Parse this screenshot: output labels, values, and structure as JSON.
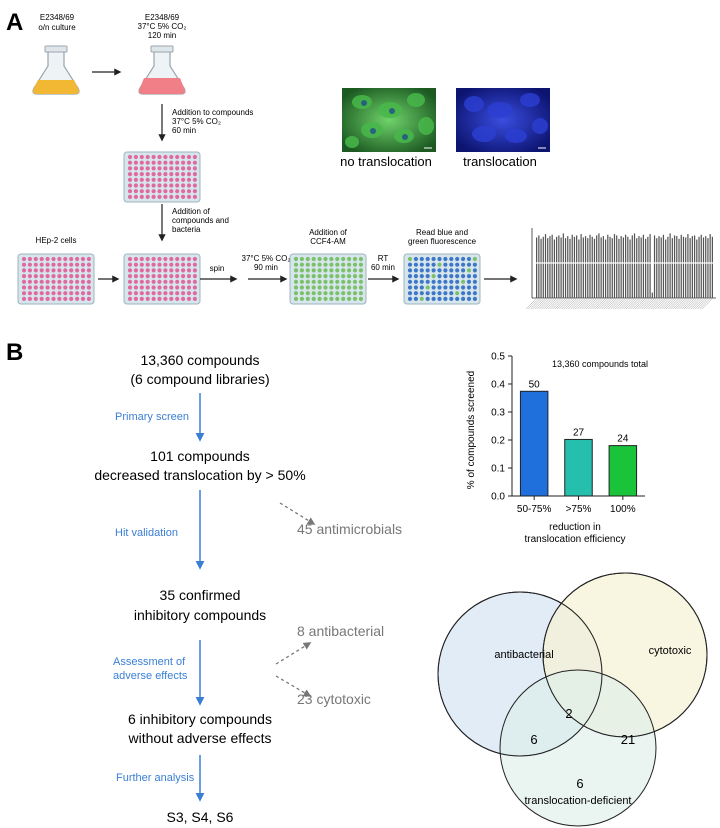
{
  "panel_a": {
    "label": "A",
    "overnight": [
      "E2348/69",
      "o/n culture"
    ],
    "incubation": [
      "E2348/69",
      "37°C 5% CO₂",
      "120 min"
    ],
    "addition_to_compounds": [
      "Addition to compounds",
      "37°C 5% CO₂",
      "60 min"
    ],
    "addition_bacteria": [
      "Addition of",
      "compounds and",
      "bacteria"
    ],
    "hep2": "HEp-2 cells",
    "spin": "spin",
    "incubation2": [
      "37°C 5% CO₂",
      "90 min"
    ],
    "ccf4": [
      "Addition of",
      "CCF4-AM"
    ],
    "rt": [
      "RT",
      "60 min"
    ],
    "read": [
      "Read blue and",
      "green fluorescence"
    ],
    "micro_no": "no translocation",
    "micro_yes": "translocation",
    "colors": {
      "green_fluor": "#3fa84a",
      "blue_fluor": "#2233c8",
      "pink_well": "#e06aa0",
      "green_well": "#7cc06a",
      "blue_well": "#3f77c8"
    }
  },
  "panel_b": {
    "label": "B",
    "steps": [
      [
        "13,360 compounds",
        "(6 compound libraries)"
      ],
      [
        "101 compounds",
        "decreased translocation by > 50%"
      ],
      [
        "35 confirmed",
        "inhibitory compounds"
      ],
      [
        "6 inhibitory compounds",
        "without adverse effects"
      ],
      [
        "S3, S4, S6"
      ]
    ],
    "step_labels": [
      [
        "Primary screen"
      ],
      [
        "Hit validation"
      ],
      [
        "Assessment of",
        "adverse effects"
      ],
      [
        "Further analysis"
      ]
    ],
    "side_outcomes": [
      "45 antimicrobials",
      "8 antibacterial",
      "23 cytotoxic"
    ],
    "colors": {
      "arrow": "#3a7fd5",
      "label": "#3a7fd5",
      "side": "#777777"
    }
  },
  "chart_data": [
    {
      "type": "bar",
      "annotation": "13,360 compounds total",
      "categories": [
        "50-75%",
        ">75%",
        "100%"
      ],
      "values": [
        0.374,
        0.202,
        0.18
      ],
      "data_labels": [
        "50",
        "27",
        "24"
      ],
      "colors": [
        "#1f6fdc",
        "#25bfae",
        "#19c43a"
      ],
      "xlabel": [
        "reduction in",
        "translocation efficiency"
      ],
      "ylabel": "% of compounds screened",
      "ylim": [
        0,
        0.5
      ],
      "yticks": [
        "0.0",
        "0.1",
        "0.2",
        "0.3",
        "0.4",
        "0.5"
      ]
    },
    {
      "type": "bar",
      "note": "thumbnail of screening plot; unlabeled bar heights",
      "values": [
        0.89,
        0.92,
        0.87,
        0.9,
        0.94,
        0.88,
        0.91,
        0.93,
        0.86,
        0.9,
        0.92,
        0.89,
        0.95,
        0.88,
        0.91,
        0.87,
        0.93,
        0.9,
        0.92,
        0.86,
        0.94,
        0.89,
        0.91,
        0.88,
        0.93,
        0.9,
        0.87,
        0.92,
        0.95,
        0.89,
        0.91,
        0.86,
        0.93,
        0.9,
        0.88,
        0.94,
        0.92,
        0.87,
        0.91,
        0.89,
        0.93,
        0.9,
        0.86,
        0.92,
        0.95,
        0.88,
        0.91,
        0.89,
        0.93,
        0.87,
        0.9,
        0.94,
        0.08,
        0.92,
        0.88,
        0.91,
        0.89,
        0.93,
        0.86,
        0.9,
        0.95,
        0.88,
        0.92,
        0.91,
        0.87,
        0.93,
        0.9,
        0.89,
        0.94,
        0.88,
        0.91,
        0.92,
        0.86,
        0.9,
        0.93,
        0.89,
        0.91,
        0.88,
        0.94,
        0.9
      ],
      "ylim": [
        0,
        1
      ]
    }
  ],
  "venn": {
    "sets": [
      "antibacterial",
      "cytotoxic",
      "translocation-deficient"
    ],
    "counts": {
      "all_three": "2",
      "antibacterial_translocation": "6",
      "cytotoxic_translocation": "21",
      "translocation_only": "6"
    },
    "colors": [
      "#dce9f5",
      "#f6f2d6",
      "#dcefea"
    ]
  }
}
